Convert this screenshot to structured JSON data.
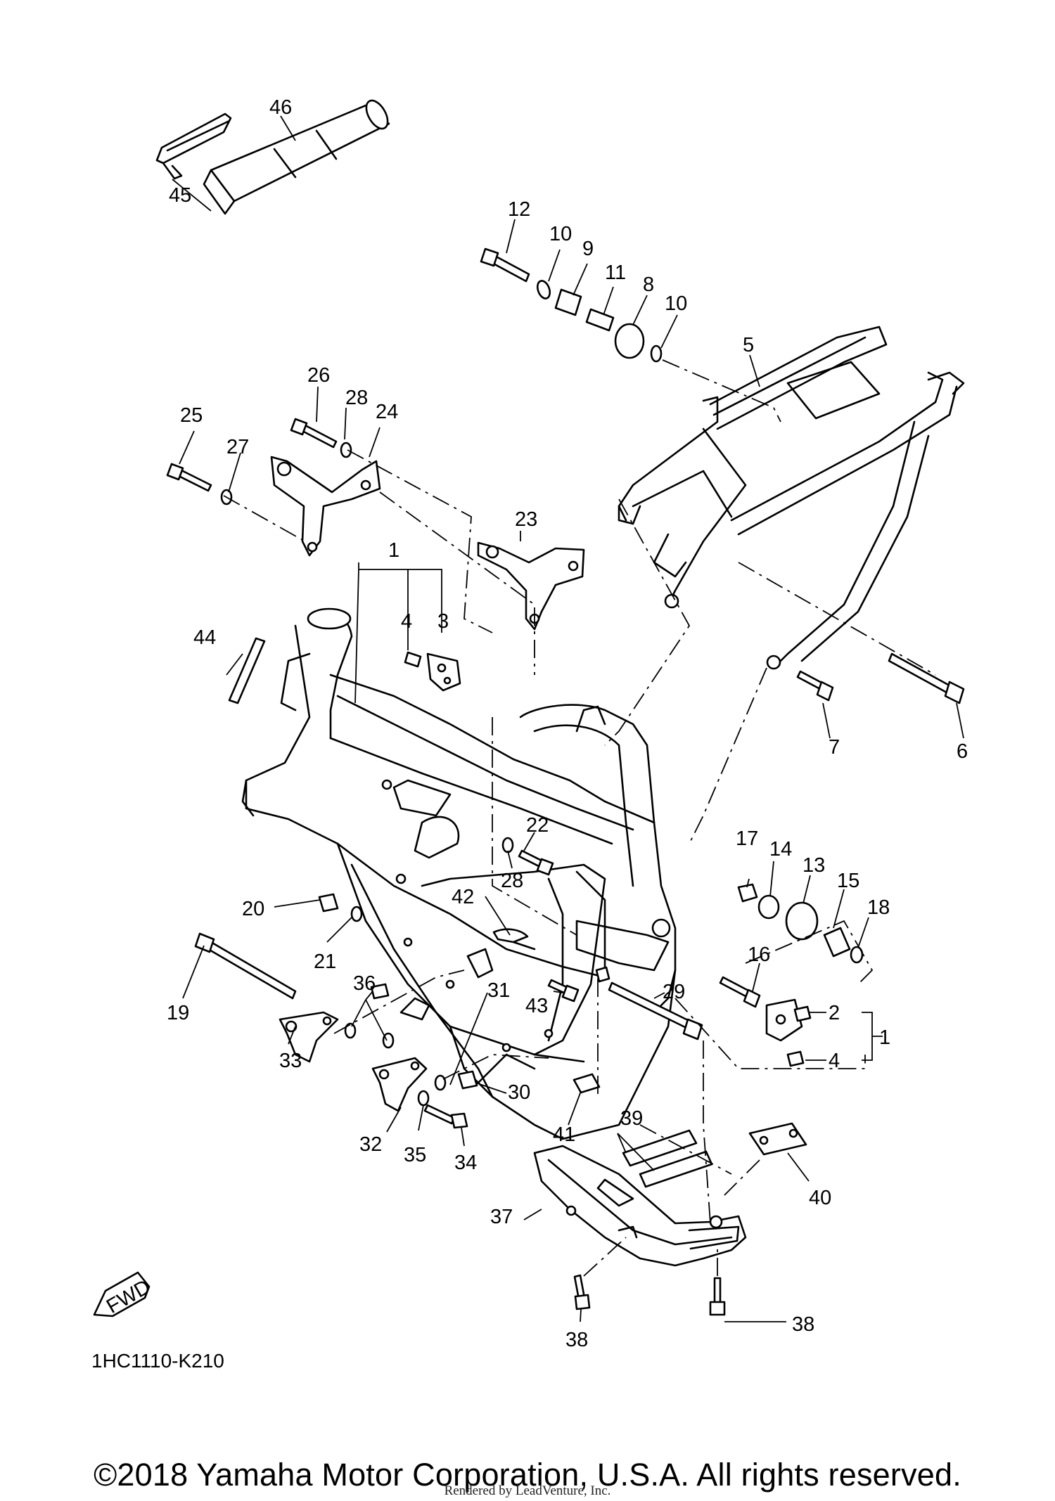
{
  "diagram": {
    "code": "1HC1110-K210",
    "copyright": "©2018 Yamaha Motor Corporation, U.S.A. All rights reserved.",
    "rendered_by": "Rendered by LeadVenture, Inc.",
    "fwd_label": "FWD",
    "callouts": [
      "1",
      "2",
      "3",
      "4",
      "4",
      "5",
      "6",
      "7",
      "8",
      "9",
      "10",
      "10",
      "11",
      "12",
      "13",
      "14",
      "15",
      "16",
      "17",
      "18",
      "19",
      "20",
      "21",
      "22",
      "23",
      "24",
      "25",
      "26",
      "27",
      "28",
      "28",
      "29",
      "30",
      "31",
      "32",
      "33",
      "34",
      "35",
      "36",
      "37",
      "38",
      "38",
      "39",
      "40",
      "41",
      "42",
      "43",
      "44",
      "45",
      "46"
    ]
  }
}
